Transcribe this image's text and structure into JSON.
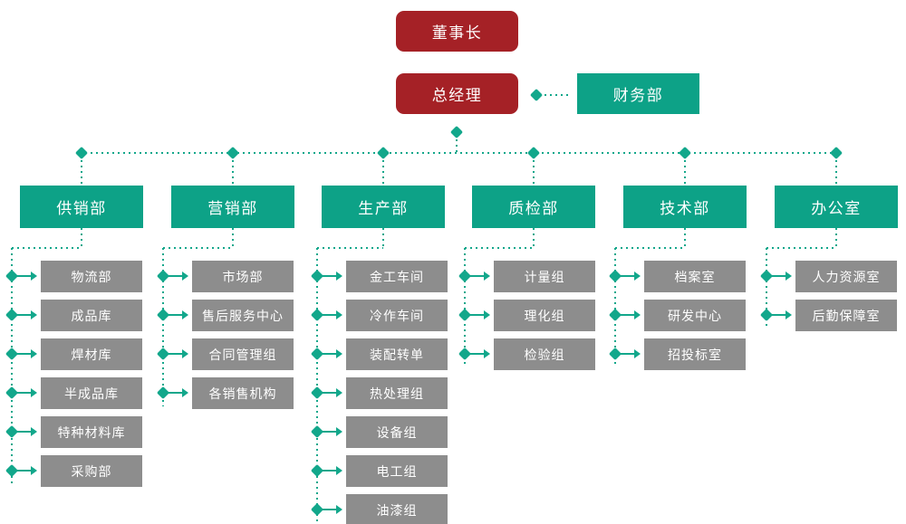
{
  "colors": {
    "chairman_red": "#a52126",
    "dept_teal": "#0da287",
    "sub_gray": "#8d8d8d",
    "line_teal": "#12a78b",
    "text_white": "#ffffff"
  },
  "top": {
    "chairman": "董事长",
    "general_manager": "总经理",
    "finance": "财务部"
  },
  "departments": [
    {
      "label": "供销部",
      "children": [
        "物流部",
        "成品库",
        "焊材库",
        "半成品库",
        "特种材料库",
        "采购部"
      ]
    },
    {
      "label": "营销部",
      "children": [
        "市场部",
        "售后服务中心",
        "合同管理组",
        "各销售机构"
      ]
    },
    {
      "label": "生产部",
      "children": [
        "金工车间",
        "冷作车间",
        "装配转单",
        "热处理组",
        "设备组",
        "电工组",
        "油漆组"
      ]
    },
    {
      "label": "质检部",
      "children": [
        "计量组",
        "理化组",
        "检验组"
      ]
    },
    {
      "label": "技术部",
      "children": [
        "档案室",
        "研发中心",
        "招投标室"
      ]
    },
    {
      "label": "办公室",
      "children": [
        "人力资源室",
        "后勤保障室"
      ]
    }
  ]
}
